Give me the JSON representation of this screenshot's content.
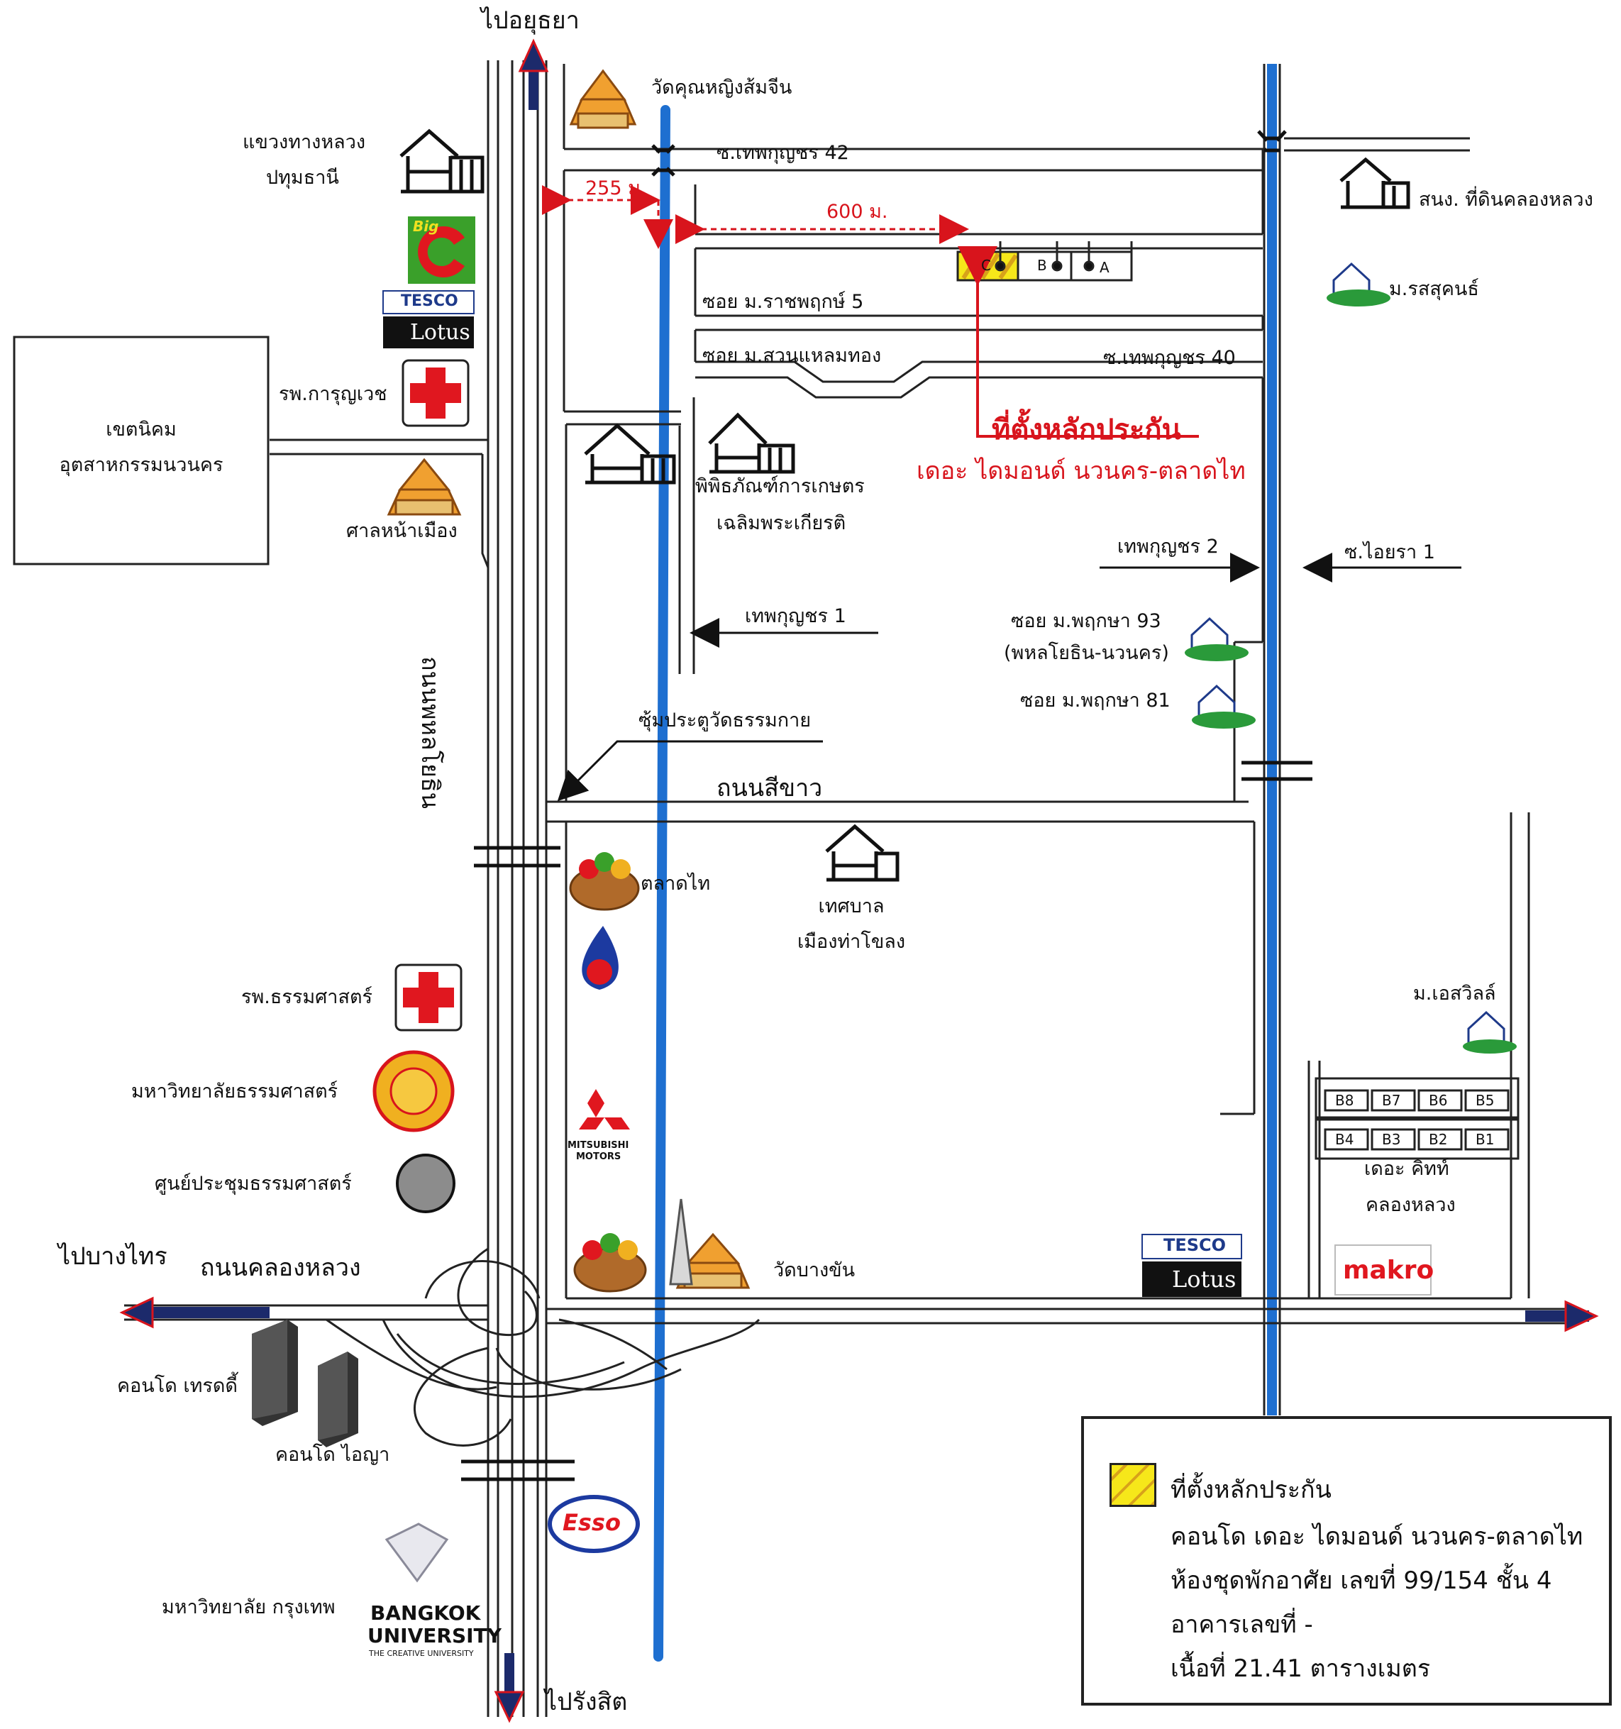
{
  "directions": {
    "north": "ไปอยุธยา",
    "south": "ไปรังสิต",
    "west": "ไปบางไทร"
  },
  "roads": {
    "phahonyothin": "ถนนพหลโยธิน",
    "si_khao": "ถนนสีขาว",
    "khlong_luang": "ถนนคลองหลวง",
    "soi_thepkunchon_42": "ซ.เทพกุญชร 42",
    "soi_ratchaphruek_5": "ซอย ม.ราชพฤกษ์ 5",
    "soi_suan_laem_thong": "ซอย ม.สวนแหลมทอง",
    "soi_thepkunchon_40": "ซ.เทพกุญชร 40",
    "thepkunchon_2": "เทพกุญชร 2",
    "soi_aiyara_1": "ซ.ไอยรา 1",
    "thepkunchon_1": "เทพกุญชร 1",
    "soi_phruksa_93": "ซอย ม.พฤกษา 93",
    "soi_phruksa_93_sub": "(พหลโยธิน-นวนคร)",
    "soi_phruksa_81": "ซอย ม.พฤกษา 81"
  },
  "distances": {
    "d255": "255 ม.",
    "d600": "600 ม."
  },
  "landmarks": {
    "wat_khun_ying": "วัดคุณหญิงส้มจีน",
    "highway_office_1": "แขวงทางหลวง",
    "highway_office_2": "ปทุมธานี",
    "land_office": "สนง. ที่ดินคลองหลวง",
    "rossukon": "ม.รสสุคนธ์",
    "karunyawet": "รพ.การุญเวช",
    "nava_nakorn_1": "เขตนิคม",
    "nava_nakorn_2": "อุตสาหกรรมนวนคร",
    "city_shrine": "ศาลหน้าเมือง",
    "museum_1": "พิพิธภัณฑ์การเกษตร",
    "museum_2": "เฉลิมพระเกียรติ",
    "gate_dhammakaya": "ซุ้มประตูวัดธรรมกาย",
    "talad_thai": "ตลาดไท",
    "municipality_1": "เทศบาล",
    "municipality_2": "เมืองท่าโขลง",
    "thammasat_hospital": "รพ.ธรรมศาสตร์",
    "thammasat_university": "มหาวิทยาลัยธรรมศาสตร์",
    "thammasat_convention": "ศูนย์ประชุมธรรมศาสตร์",
    "es_ville": "ม.เอสวิลล์",
    "kith": "เดอะ คิทท์",
    "kith_2": "คลองหลวง",
    "wat_bang_khan": "วัดบางขัน",
    "condo_trendy": "คอนโด เทรดดี้",
    "condo_aiya": "คอนโด ไอญา",
    "bangkok_university": "มหาวิทยาลัย กรุงเทพ"
  },
  "collateral_callout": {
    "title": "ที่ตั้งหลักประกัน",
    "subtitle": "เดอะ ไดมอนด์ นวนคร-ตลาดไท"
  },
  "buildings": {
    "a": "A",
    "b": "B",
    "c": "C",
    "kith_blocks_top": [
      "B8",
      "B7",
      "B6",
      "B5"
    ],
    "kith_blocks_bottom": [
      "B4",
      "B3",
      "B2",
      "B1"
    ]
  },
  "logos": {
    "big_c": "Big",
    "tesco": "TESCO",
    "lotus": "Lotus",
    "makro": "makro",
    "esso": "Esso",
    "mitsubishi_1": "MITSUBISHI",
    "mitsubishi_2": "MOTORS",
    "bu_1": "BANGKOK",
    "bu_2": "UNIVERSITY",
    "bu_3": "THE CREATIVE UNIVERSITY"
  },
  "legend": {
    "line1": "ที่ตั้งหลักประกัน",
    "line2": "คอนโด เดอะ ไดมอนด์ นวนคร-ตลาดไท",
    "line3": "ห้องชุดพักอาศัย เลขที่ 99/154 ชั้น 4",
    "line4": "อาคารเลขที่ -",
    "line5": "เนื้อที่ 21.41 ตารางเมตร"
  },
  "colors": {
    "canal": "#1e6fd0",
    "accent_red": "#d8141c",
    "collateral_yellow": "#f6e71a",
    "road": "#222222",
    "arrow_navy": "#1c2a6b"
  }
}
